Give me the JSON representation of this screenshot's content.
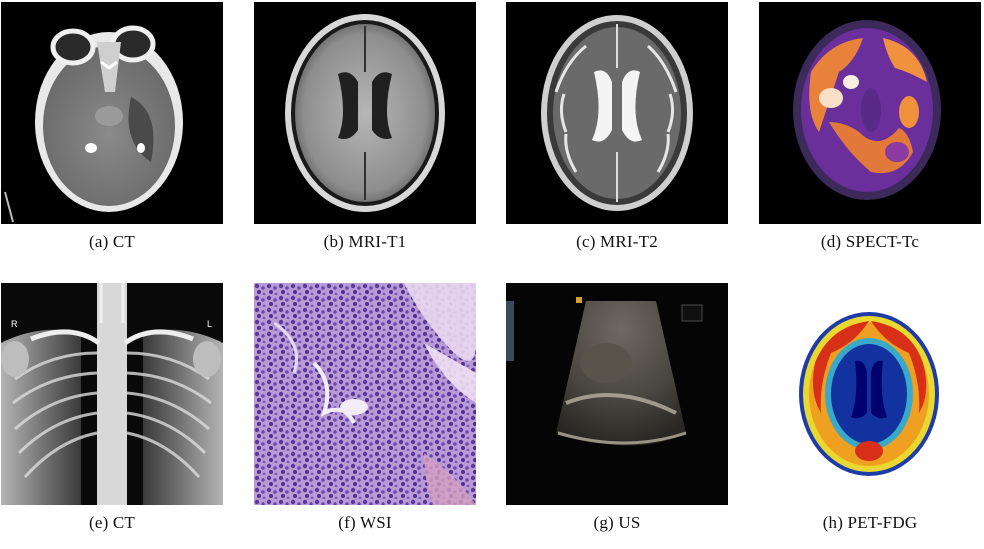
{
  "panels": [
    {
      "caption": "(a) CT"
    },
    {
      "caption": "(b) MRI-T1"
    },
    {
      "caption": "(c) MRI-T2"
    },
    {
      "caption": "(d) SPECT-Tc"
    },
    {
      "caption": "(e) CT"
    },
    {
      "caption": "(f) WSI"
    },
    {
      "caption": "(g) US"
    },
    {
      "caption": "(h) PET-FDG"
    }
  ],
  "overlay_text": {
    "xray_left_marker": "R",
    "xray_right_marker": "L"
  }
}
